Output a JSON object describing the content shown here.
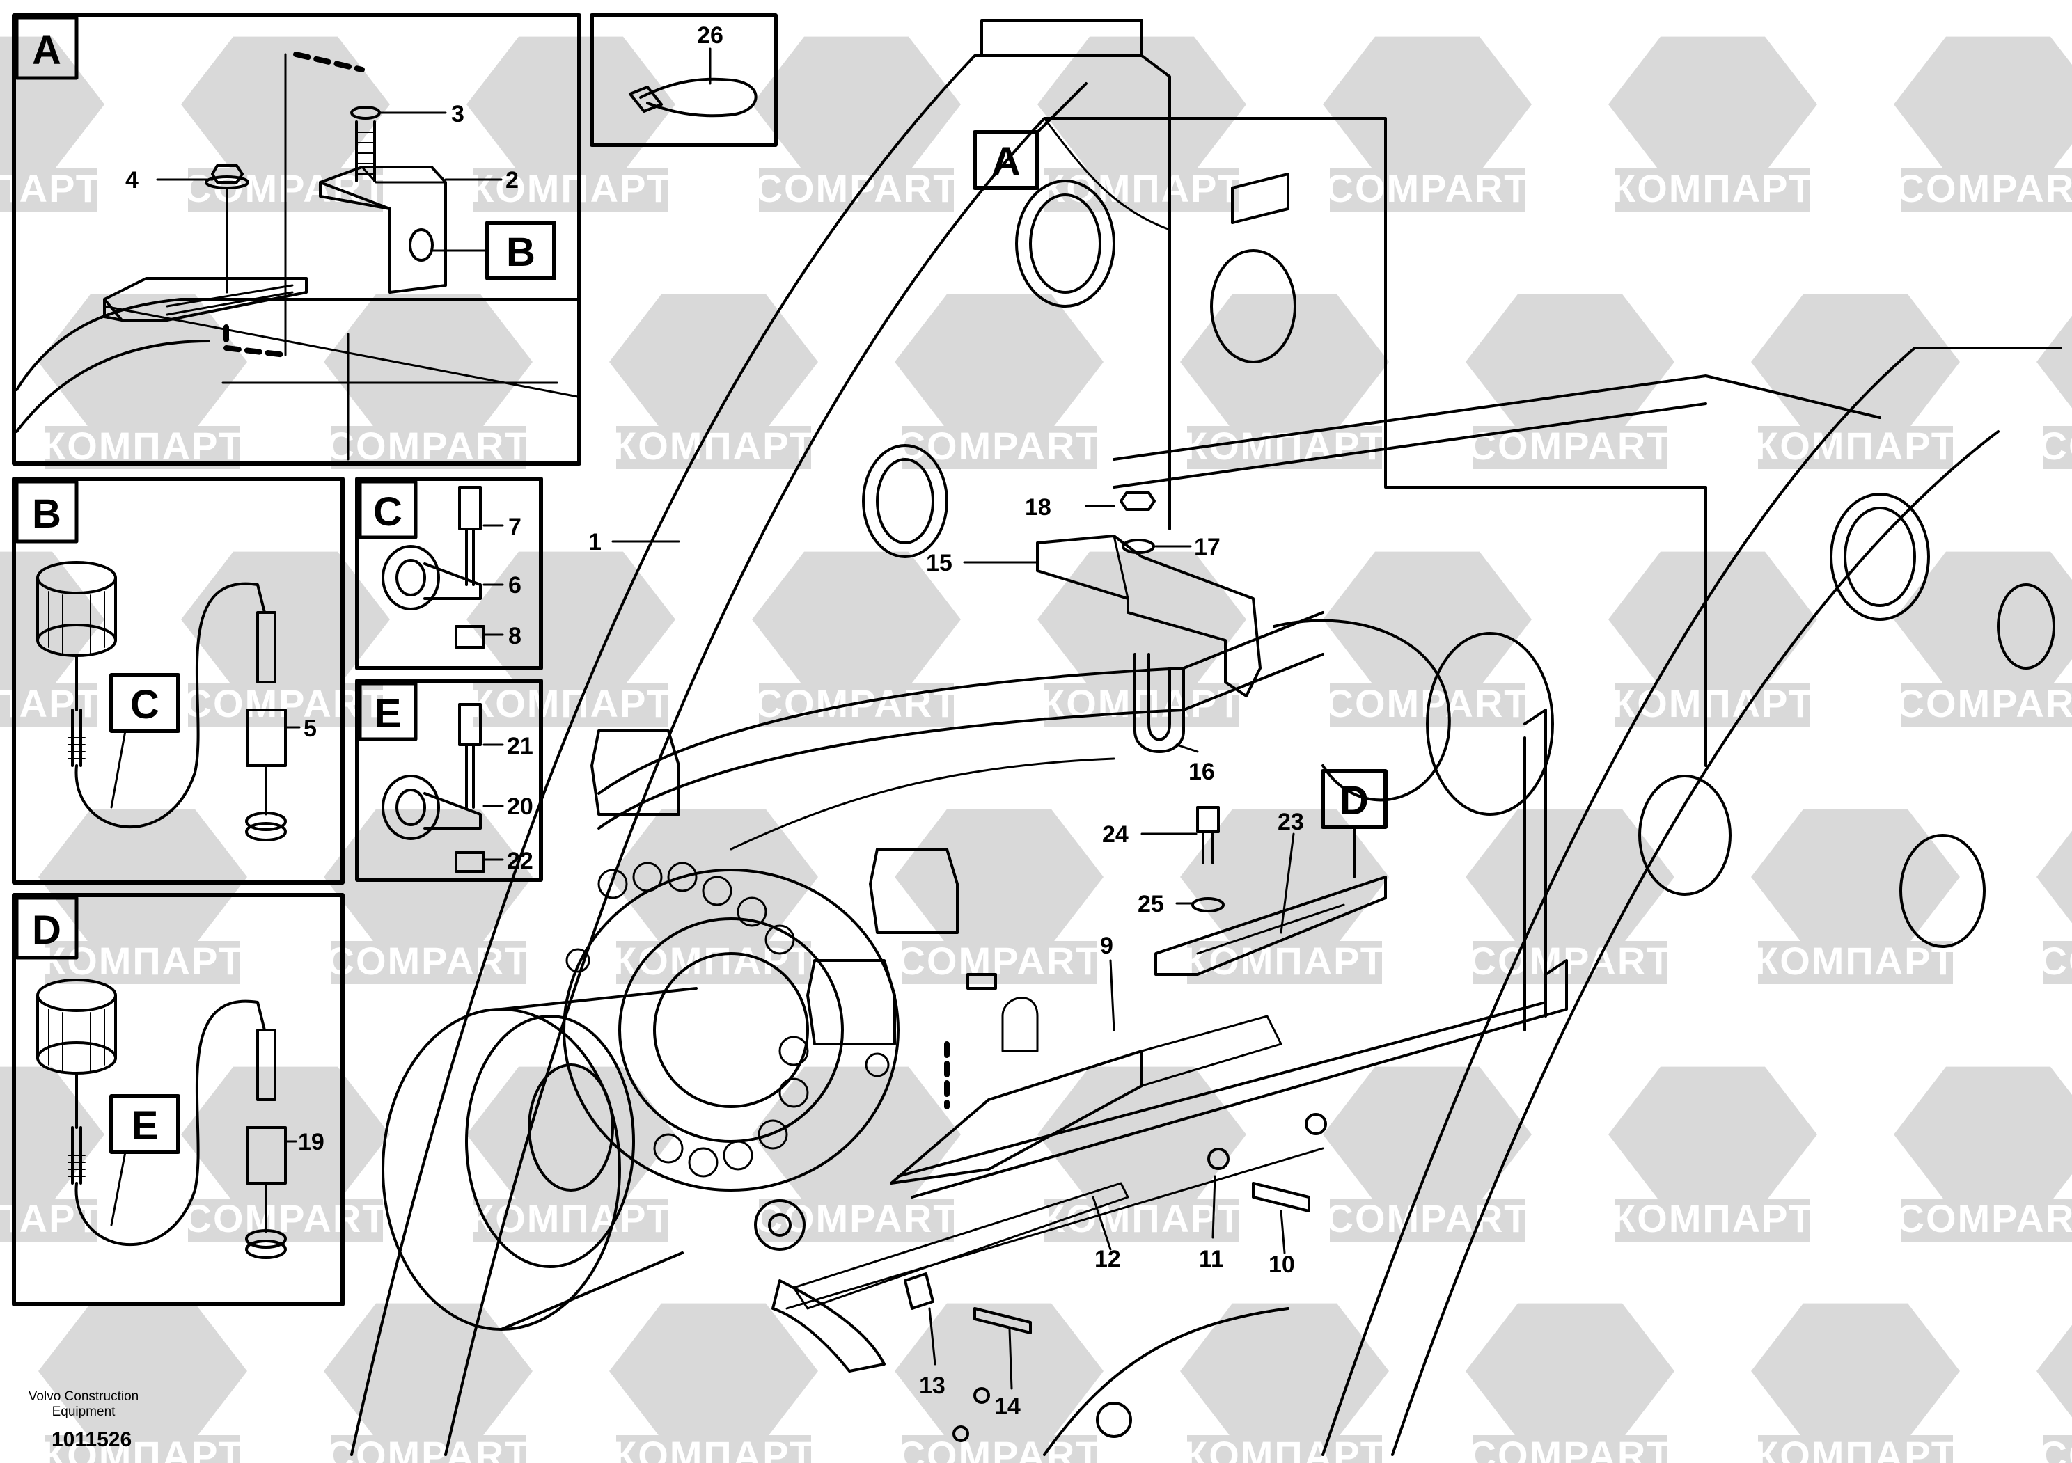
{
  "watermark": {
    "latin": "COMPART",
    "cyrillic": "КОМПАРТ",
    "color": "#d9d9d9"
  },
  "detail_panels": [
    {
      "letter": "A"
    },
    {
      "letter": "B"
    },
    {
      "letter": "C"
    },
    {
      "letter": "D"
    },
    {
      "letter": "E"
    }
  ],
  "panel_26": {
    "part": "26"
  },
  "main_tags": {
    "A": "A",
    "D": "D"
  },
  "inner_tags": {
    "B": "B",
    "C": "C",
    "E": "E"
  },
  "callouts": {
    "p1": "1",
    "p2": "2",
    "p3": "3",
    "p4": "4",
    "p5": "5",
    "p6": "6",
    "p7": "7",
    "p8": "8",
    "p9": "9",
    "p10": "10",
    "p11": "11",
    "p12": "12",
    "p13": "13",
    "p14": "14",
    "p15": "15",
    "p16": "16",
    "p17": "17",
    "p18": "18",
    "p19": "19",
    "p20": "20",
    "p21": "21",
    "p22": "22",
    "p23": "23",
    "p24": "24",
    "p25": "25",
    "p26": "26"
  },
  "credit": {
    "line1": "Volvo Construction",
    "line2": "Equipment",
    "number": "1011526"
  }
}
